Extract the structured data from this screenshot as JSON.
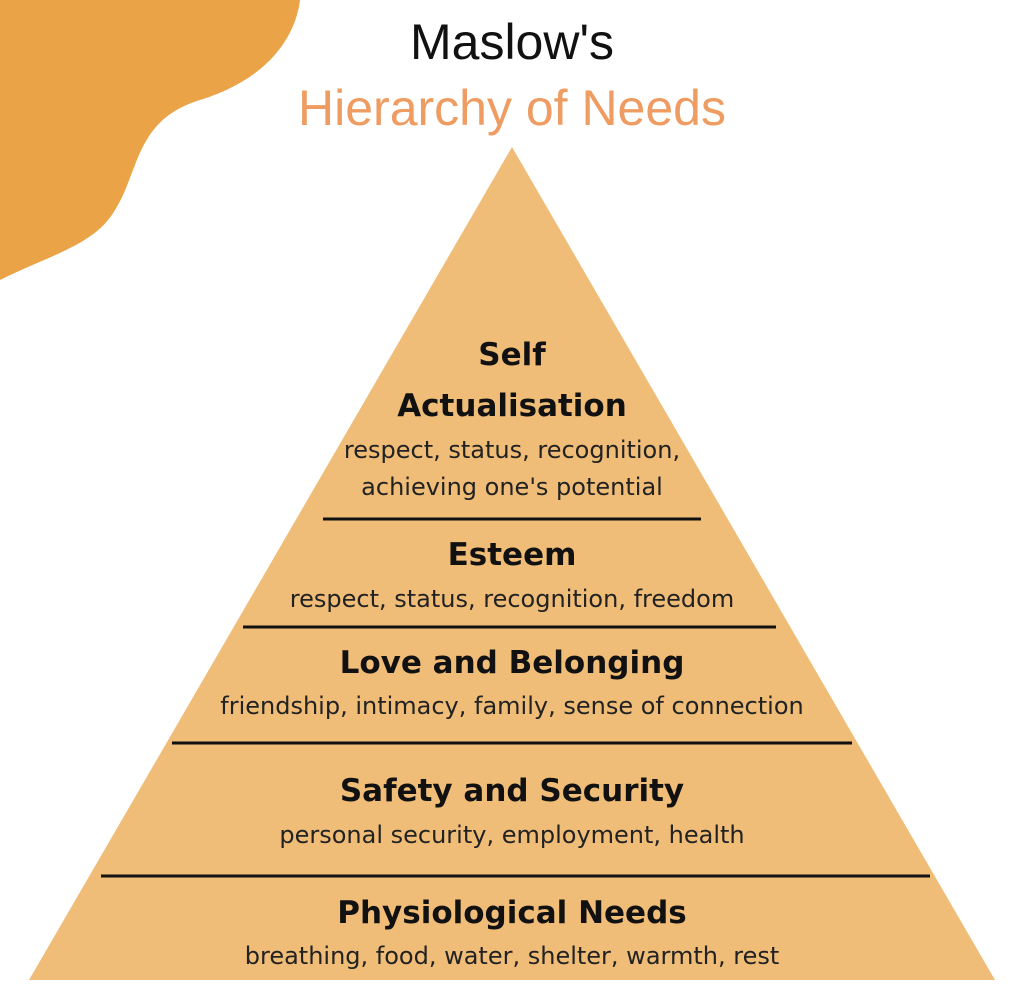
{
  "title": {
    "line1": "Maslow's",
    "line2": "Hierarchy of Needs"
  },
  "colors": {
    "accent_blob": "#EAA447",
    "pyramid_fill": "#F0BD78",
    "title_accent": "#EE9C62",
    "divider": "#111111"
  },
  "levels": [
    {
      "name_line1": "Self",
      "name_line2": "Actualisation",
      "desc_line1": "respect, status, recognition,",
      "desc_line2": "achieving one's potential"
    },
    {
      "name": "Esteem",
      "desc": "respect, status, recognition, freedom"
    },
    {
      "name": "Love and Belonging",
      "desc": "friendship, intimacy, family, sense of connection"
    },
    {
      "name": "Safety and Security",
      "desc": "personal security, employment, health"
    },
    {
      "name": "Physiological Needs",
      "desc": "breathing, food, water, shelter, warmth, rest"
    }
  ]
}
